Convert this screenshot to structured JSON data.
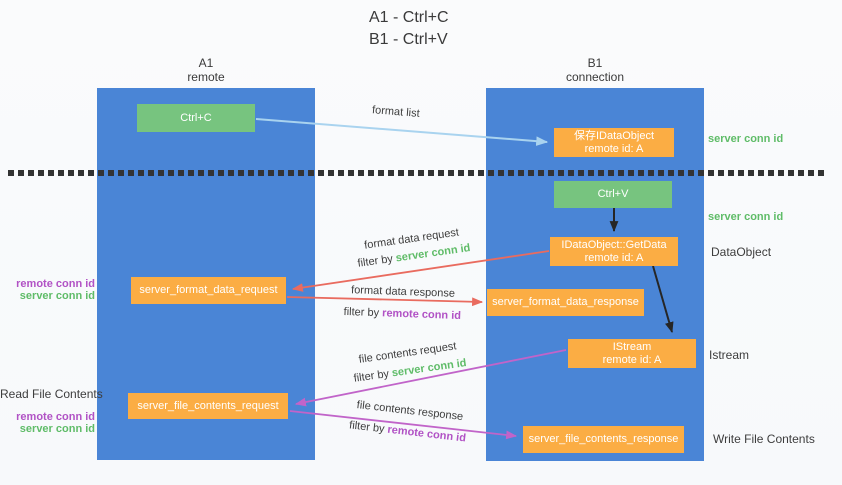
{
  "title": {
    "line1": "A1 - Ctrl+C",
    "line2": "B1 - Ctrl+V"
  },
  "lanes": {
    "left": {
      "name": "A1",
      "role": "remote"
    },
    "right": {
      "name": "B1",
      "role": "connection"
    }
  },
  "nodes": {
    "ctrl_c": {
      "label": "Ctrl+C"
    },
    "save_dataobject": {
      "line1": "保存IDataObject",
      "line2": "remote id: A"
    },
    "ctrl_v": {
      "label": "Ctrl+V"
    },
    "getdata": {
      "line1": "IDataObject::GetData",
      "line2": "remote id: A"
    },
    "format_request": {
      "label": "server_format_data_request"
    },
    "format_response": {
      "label": "server_format_data_response"
    },
    "istream": {
      "line1": "IStream",
      "line2": "remote id: A"
    },
    "file_request": {
      "label": "server_file_contents_request"
    },
    "file_response": {
      "label": "server_file_contents_response"
    }
  },
  "arrow_labels": {
    "format_list": "format list",
    "format_data_request": "format data request",
    "format_data_response": "format data response",
    "file_contents_request": "file contents request",
    "file_contents_response": "file contents response",
    "filter_by": "filter by ",
    "server_conn_id": "server conn id",
    "remote_conn_id": "remote conn id"
  },
  "side_labels": {
    "server_conn_id": "server conn id",
    "remote_conn_id": "remote conn id",
    "dataobject": "DataObject",
    "istream": "Istream",
    "write_file_contents": "Write File Contents",
    "read_file_contents": "Read File Contents"
  },
  "colors": {
    "lane_blue": "#4a85d6",
    "node_green": "#77c47f",
    "node_orange": "#fbad44",
    "arrow_lightblue": "#a9d3ef",
    "arrow_red": "#e96b5f",
    "arrow_magenta": "#c164c9",
    "arrow_black": "#262626",
    "text_green": "#5fbc68",
    "text_purple": "#b152c5",
    "text_gray": "#3d3d3d"
  }
}
